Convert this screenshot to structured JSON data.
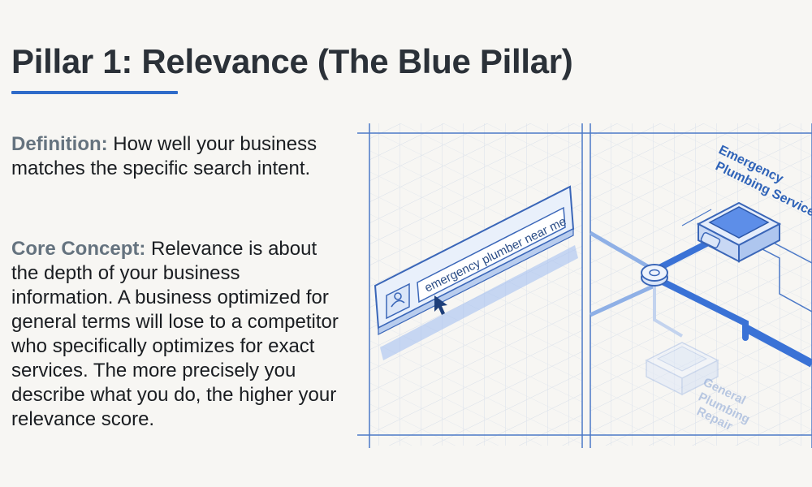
{
  "title": "Pillar 1: Relevance (The Blue Pillar)",
  "definition": {
    "label": "Definition:",
    "text": " How well your business matches the specific search intent."
  },
  "core_concept": {
    "label": "Core Concept:",
    "text": " Relevance is about the depth of your business information. A business optimized for general terms will lose to a competitor who specifically optimizes for exact services. The more precisely you describe what you do, the higher your relevance score."
  },
  "illustration": {
    "search_query": "emergency plumber near me",
    "primary_node": [
      "Emergency",
      "Plumbing Services"
    ],
    "secondary_node": [
      "General",
      "Plumbing",
      "Repair"
    ],
    "colors": {
      "accent": "#2f6bc9",
      "line": "#3a72d6",
      "node": "#5d8ee8",
      "grid": "#d6dde8",
      "faded": "#c3d3ee"
    },
    "icons": [
      "user-icon",
      "cursor-icon"
    ]
  }
}
